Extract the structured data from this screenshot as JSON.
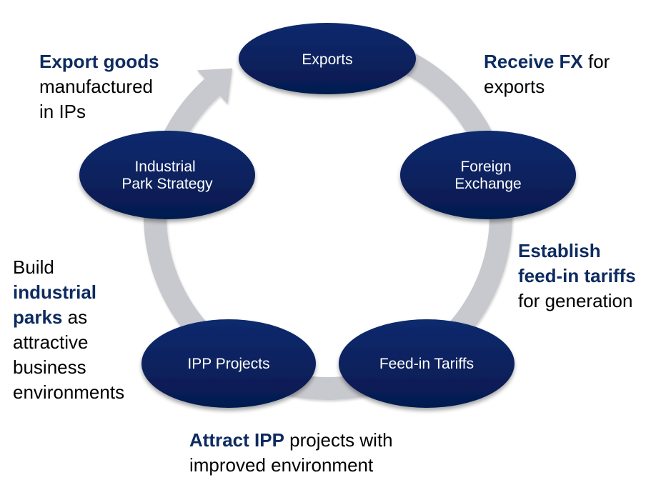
{
  "colors": {
    "node_fill_top": "#0f2a6e",
    "node_fill_bottom": "#051a4f",
    "ring": "#c8c9ce",
    "emphasis_text": "#0d2b60",
    "body_text": "#000000",
    "node_text": "#ffffff"
  },
  "cycle": {
    "direction": "clockwise",
    "arrow_into": "Exports",
    "nodes": [
      {
        "id": "exports",
        "lines": [
          "Exports"
        ]
      },
      {
        "id": "foreign-exchange",
        "lines": [
          "Foreign",
          "Exchange"
        ]
      },
      {
        "id": "feed-in-tariffs",
        "lines": [
          "Feed-in Tariffs"
        ]
      },
      {
        "id": "ipp-projects",
        "lines": [
          "IPP Projects"
        ]
      },
      {
        "id": "industrial-park-strategy",
        "lines": [
          "Industrial",
          "Park Strategy"
        ]
      }
    ]
  },
  "callouts": {
    "export_goods": {
      "emphasis": "Export goods",
      "line2": "manufactured",
      "line3": "in IPs"
    },
    "receive_fx": {
      "emphasis": "Receive FX",
      "rest": " for",
      "line2": "exports"
    },
    "establish_tariffs": {
      "emphasis1": "Establish",
      "emphasis2": "feed-in tariffs",
      "line3": "for generation"
    },
    "attract_ipp": {
      "emphasis": "Attract IPP",
      "rest": " projects with",
      "line2": "improved environment"
    },
    "build_parks": {
      "line1": "Build",
      "emphasis1": "industrial",
      "emphasis2": "parks",
      "rest": " as",
      "line4": "attractive",
      "line5": "business",
      "line6": "environments"
    }
  }
}
